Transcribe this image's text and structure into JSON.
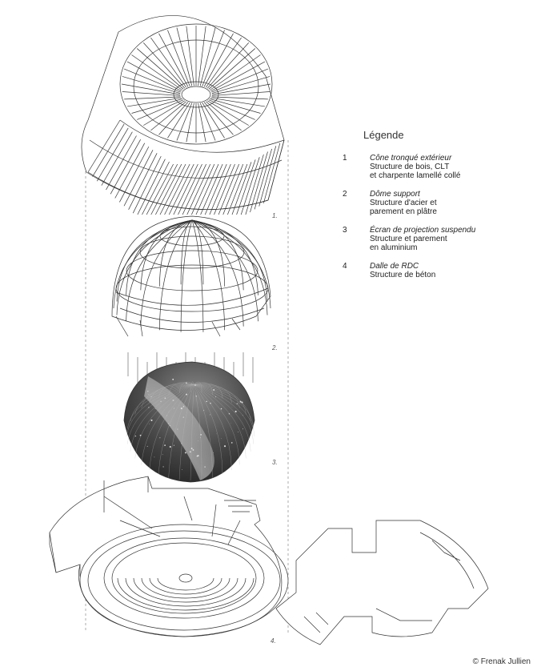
{
  "legend": {
    "title": "Légende",
    "items": [
      {
        "num": "1",
        "name": "Cône tronqué extérieur",
        "desc": [
          "Structure de bois,  CLT",
          "et charpente lamellé collé"
        ]
      },
      {
        "num": "2",
        "name": "Dôme support",
        "desc": [
          "Structure d'acier et",
          "parement en plâtre"
        ]
      },
      {
        "num": "3",
        "name": "Écran de projection suspendu",
        "desc": [
          "Structure et parement",
          "en aluminium"
        ]
      },
      {
        "num": "4",
        "name": "Dalle de RDC",
        "desc": [
          "Structure de béton"
        ]
      }
    ]
  },
  "labels": {
    "l1": "1.",
    "l2": "2.",
    "l3": "3.",
    "l4": "4."
  },
  "credit": "© Frenak Jullien"
}
